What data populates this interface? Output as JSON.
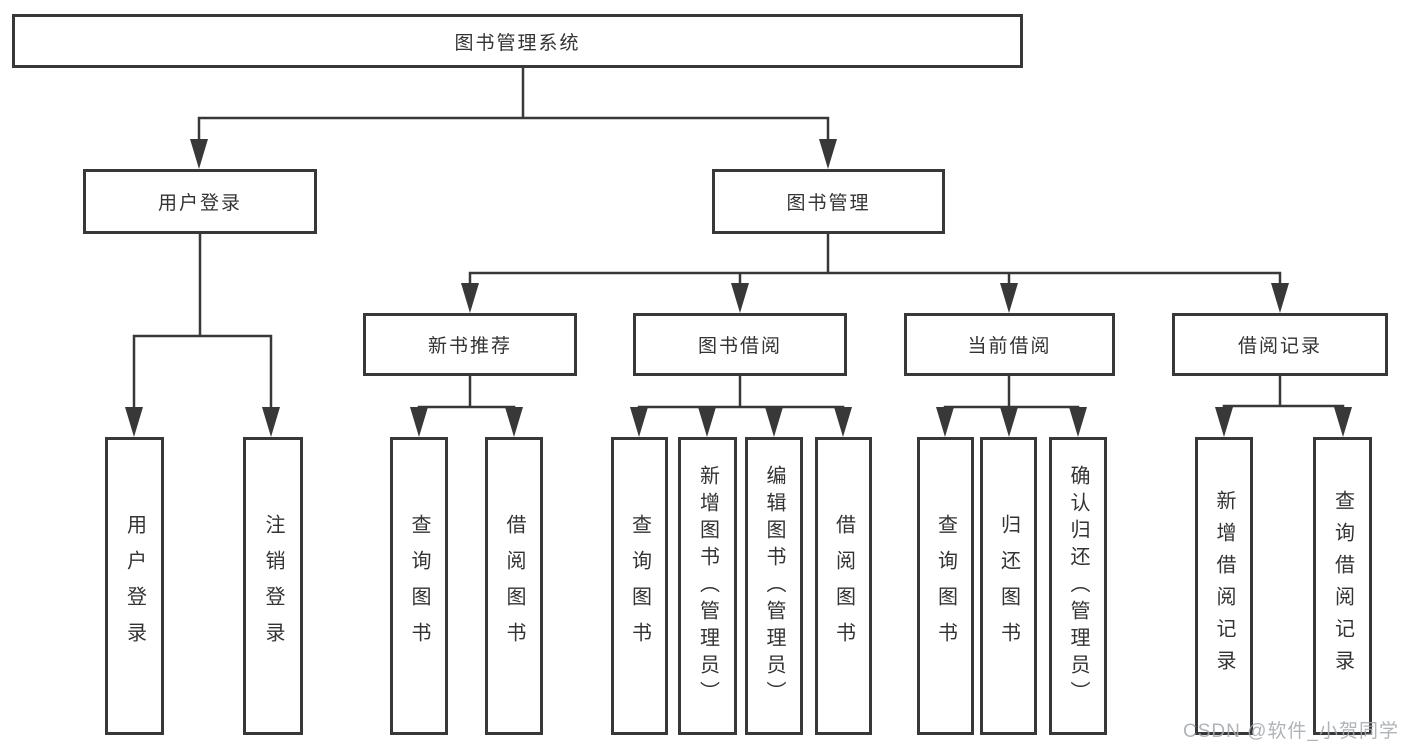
{
  "diagram": {
    "type": "hierarchy-tree",
    "watermark": "CSDN @软件_小贺同学",
    "colors": {
      "background": "#ffffff",
      "box_border": "#383838",
      "line": "#383838",
      "text": "#333333",
      "watermark": "#a4aaaf"
    },
    "tree": {
      "label": "图书管理系统",
      "children": [
        {
          "label": "用户登录",
          "children": [
            {
              "label": "用户登录"
            },
            {
              "label": "注销登录"
            }
          ]
        },
        {
          "label": "图书管理",
          "children": [
            {
              "label": "新书推荐",
              "children": [
                {
                  "label": "查询图书"
                },
                {
                  "label": "借阅图书"
                }
              ]
            },
            {
              "label": "图书借阅",
              "children": [
                {
                  "label": "查询图书"
                },
                {
                  "label": "新增图书（管理员）"
                },
                {
                  "label": "编辑图书（管理员）"
                },
                {
                  "label": "借阅图书"
                }
              ]
            },
            {
              "label": "当前借阅",
              "children": [
                {
                  "label": "查询图书"
                },
                {
                  "label": "归还图书"
                },
                {
                  "label": "确认归还（管理员）"
                }
              ]
            },
            {
              "label": "借阅记录",
              "children": [
                {
                  "label": "新增借阅记录"
                },
                {
                  "label": "查询借阅记录"
                }
              ]
            }
          ]
        }
      ]
    }
  }
}
